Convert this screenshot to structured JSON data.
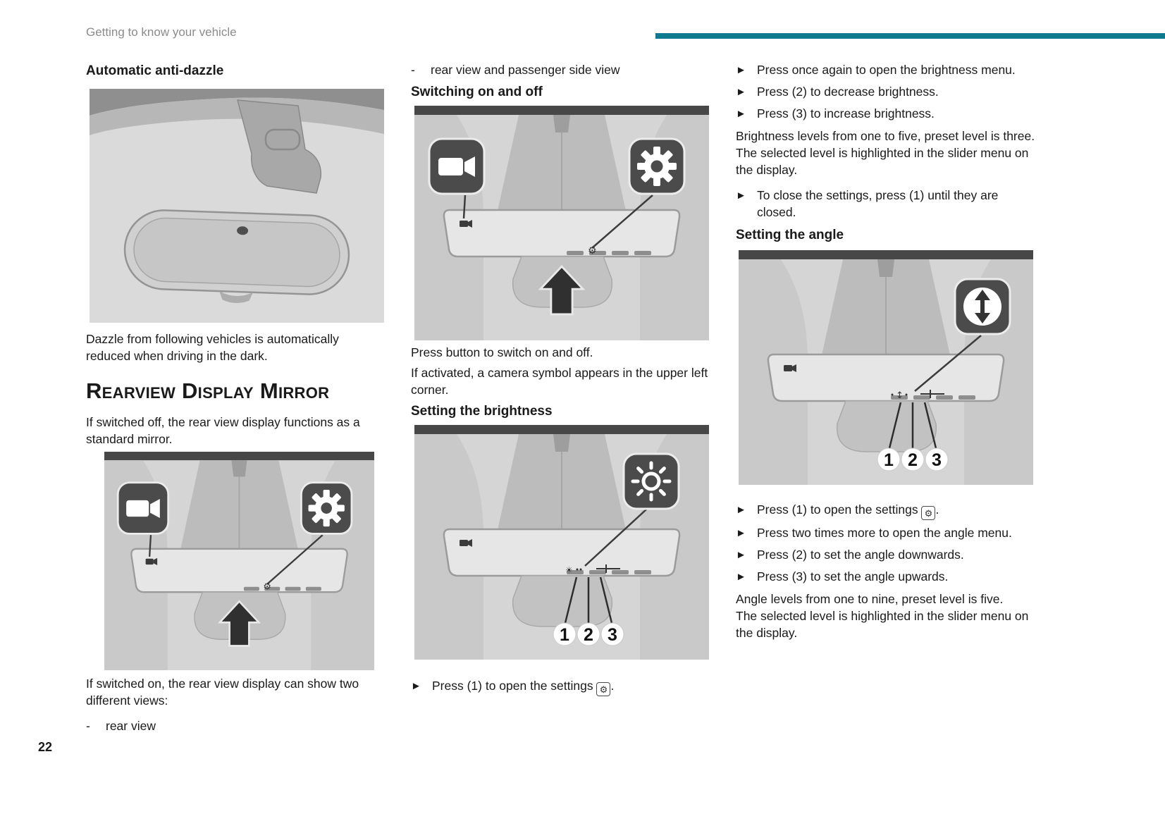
{
  "colors": {
    "accent": "#0e7a8e",
    "text": "#1a1a1a",
    "muted": "#8b8b8b",
    "fig_bg": "#d5d5d5",
    "badge": "#4b4b4b"
  },
  "icons": {
    "bullet": "►",
    "dash": "-",
    "gear_glyph": "⚙",
    "sun_glyph": "☀",
    "updown_glyph": "↕"
  },
  "page": {
    "header": "Getting to know your vehicle",
    "page_number": "22"
  },
  "figures": {
    "numbers": [
      "1",
      "2",
      "3"
    ]
  },
  "col1": {
    "heading_anti_dazzle": "Automatic anti-dazzle",
    "para_dazzle": "Dazzle from following vehicles is automatically reduced when driving in the dark.",
    "heading_rearview": "Rearview Display Mirror",
    "para_switched_off": "If switched off, the rear view display functions as a standard mirror.",
    "para_switched_on": "If switched on, the rear view display can show two different views:",
    "list_rear_view": "rear view"
  },
  "col2": {
    "list_rear_passenger": "rear view and passenger side view",
    "heading_switching": "Switching on and off",
    "para_press_button": "Press button to switch on and off.",
    "para_camera_symbol": "If activated, a camera symbol appears in the upper left corner.",
    "heading_brightness": "Setting the brightness",
    "bullet_open_settings": "Press (1) to open the settings",
    "bullet_open_settings_end": "."
  },
  "col3": {
    "bullet_once_again": "Press once again to open the brightness menu.",
    "bullet_decrease": "Press (2) to decrease brightness.",
    "bullet_increase": "Press (3) to increase brightness.",
    "para_brightness_levels": "Brightness levels from one to five, preset level is three.",
    "para_selected_level": "The selected level is highlighted in the slider menu on the display.",
    "bullet_close": "To close the settings, press (1) until they are closed.",
    "heading_angle": "Setting the angle",
    "bullet_open_settings": "Press (1) to open the settings",
    "bullet_open_settings_end": ".",
    "bullet_two_times": "Press two times more to open the angle menu.",
    "bullet_downwards": "Press (2) to set the angle downwards.",
    "bullet_upwards": "Press (3) to set the angle upwards.",
    "para_angle_levels": "Angle levels from one to nine, preset level is five.",
    "para_selected_level2": "The selected level is highlighted in the slider menu on the display."
  }
}
